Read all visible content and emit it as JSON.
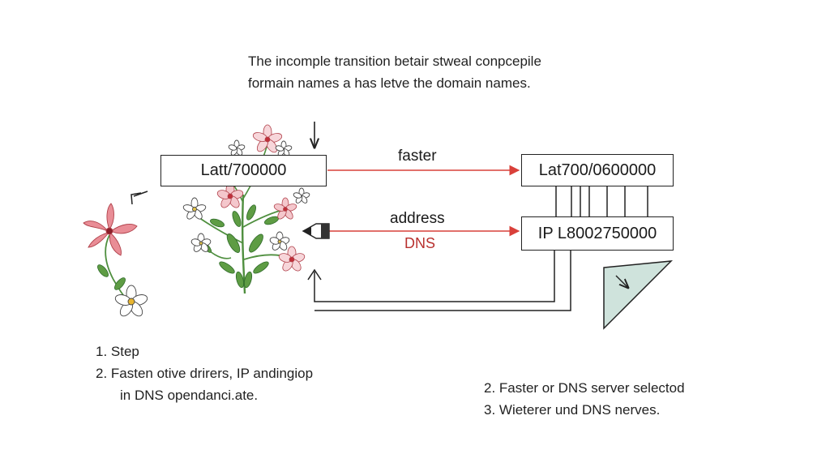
{
  "caption": {
    "line1": "The incomple transition betair stweal conpcepile",
    "line2": "formain names a has letve the domain names."
  },
  "boxes": {
    "left": "Latt/700000",
    "right_top": "Lat700/0600000",
    "right_mid": "IP L8002750000"
  },
  "labels": {
    "faster": "faster",
    "address": "address",
    "dns": "DNS"
  },
  "steps_left": {
    "item1": "1.  Step",
    "item2": "2.     Fasten otive drirers, IP andingiop",
    "item2_cont": "in DNS opendanci.ate."
  },
  "steps_right": {
    "item2": "2. Faster or DNS server selectod",
    "item3": "3. Wieterer und DNS nerves."
  },
  "colors": {
    "arrow_red": "#d9403a",
    "flower_pink": "#e0707a",
    "leaf_green": "#3d8a3a",
    "wedge_fill": "#cfe3dc"
  }
}
